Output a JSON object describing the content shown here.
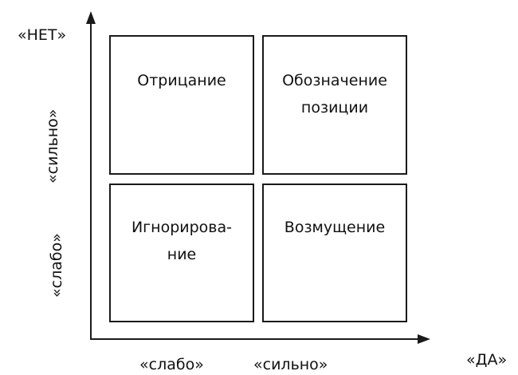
{
  "diagram": {
    "y_axis": {
      "end_label": "«НЕТ»",
      "tick_labels": [
        "«сильно»",
        "«слабо»"
      ]
    },
    "x_axis": {
      "end_label": "«ДА»",
      "tick_labels": [
        "«слабо»",
        "«сильно»"
      ]
    },
    "quadrants": {
      "top_left": "Отрицание",
      "top_right": "Обозначение\nпозиции",
      "bottom_left": "Игнорирова-\nние",
      "bottom_right": "Возмущение"
    },
    "colors": {
      "line": "#1a1a1a",
      "background": "#ffffff"
    }
  }
}
